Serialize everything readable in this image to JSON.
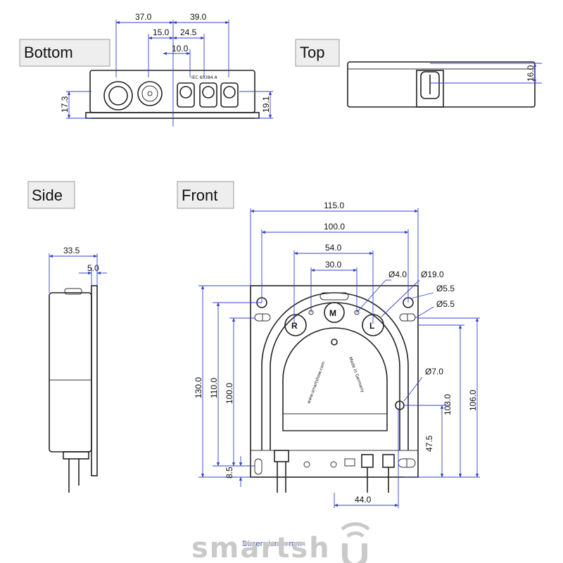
{
  "views": {
    "bottom": "Bottom",
    "top": "Top",
    "side": "Side",
    "front": "Front"
  },
  "bottom_dims": {
    "d37": "37.0",
    "d39": "39.0",
    "d15": "15.0",
    "d24_5": "24.5",
    "d10": "10.0",
    "d17_3": "17.3",
    "d19_1": "19.1",
    "plate": "IEC 60384 A"
  },
  "top_dims": {
    "d16": "16.0"
  },
  "side_dims": {
    "d33_5": "33.5",
    "d5": "5.0"
  },
  "front_dims": {
    "d115": "115.0",
    "d100h": "100.0",
    "d54": "54.0",
    "d30": "30.0",
    "d4": "Ø4.0",
    "d19": "Ø19.0",
    "d5_5a": "Ø5.5",
    "d5_5b": "Ø5.5",
    "d7": "Ø7.0",
    "d130": "130.0",
    "d110": "110.0",
    "d100v": "100.0",
    "d8_5": "8.5",
    "d103": "103.0",
    "d106": "106.0",
    "d47_5": "47.5",
    "d44": "44.0",
    "knob_r": "R",
    "knob_l": "L",
    "logo_m": "M",
    "emboss_left": "www.smartshow.com",
    "emboss_right": "Made in Germany"
  },
  "footer": {
    "note": "Dimension in mm",
    "watermark": "smartsh"
  }
}
